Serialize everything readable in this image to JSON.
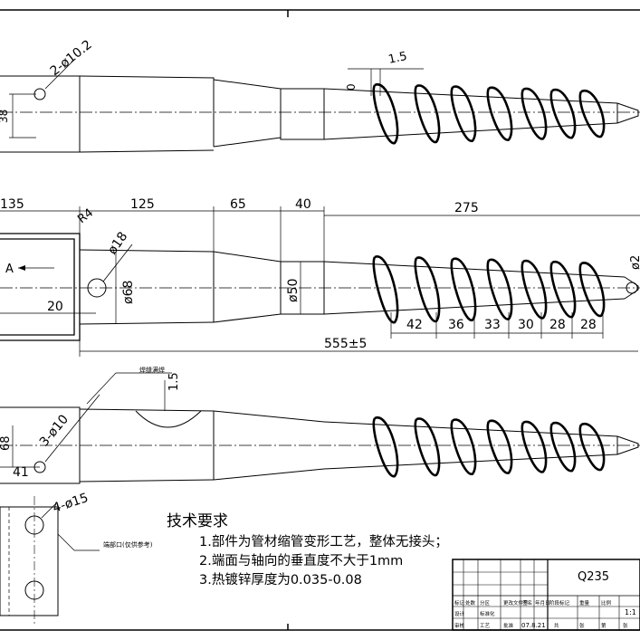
{
  "top_view": {
    "hole_note": "2-ø10.2",
    "dim_38": "38",
    "dim_0": "0",
    "dim_1_5": "1.5"
  },
  "middle_view": {
    "dim_135": "135",
    "dim_r4": "R4",
    "dim_125": "125",
    "dim_65": "65",
    "dim_40": "40",
    "dim_275": "275",
    "dim_d18": "ø18",
    "dim_d68": "ø68",
    "dim_d50": "ø50",
    "dim_20": "20",
    "section_label": "A",
    "pitches": [
      "42",
      "36",
      "33",
      "30",
      "28",
      "28"
    ],
    "total_length": "555±5",
    "tip_dim": "ø2"
  },
  "bottom_view": {
    "hole_note": "3-ø10",
    "dim_1_5": "1.5",
    "dim_68": "68",
    "dim_41": "41",
    "weld_note": "焊缝满焊"
  },
  "detail_view": {
    "hole_note": "4-ø15",
    "note": "端部口(仅供参考)"
  },
  "tech_requirements": {
    "title": "技术要求",
    "items": [
      "1.部件为管材缩管变形工艺，整体无接头；",
      "2.端面与轴向的垂直度不大于1mm",
      "3.热镀锌厚度为0.035-0.08"
    ]
  },
  "title_block": {
    "material": "Q235",
    "scale": "1:1",
    "date": "07.8.21",
    "labels": [
      "标记",
      "处数",
      "分区",
      "更改文件号",
      "签名",
      "年月日",
      "设计",
      "标准化",
      "阶段标记",
      "重量",
      "比例",
      "审核",
      "工艺",
      "批准",
      "共",
      "张",
      "第",
      "张"
    ]
  }
}
